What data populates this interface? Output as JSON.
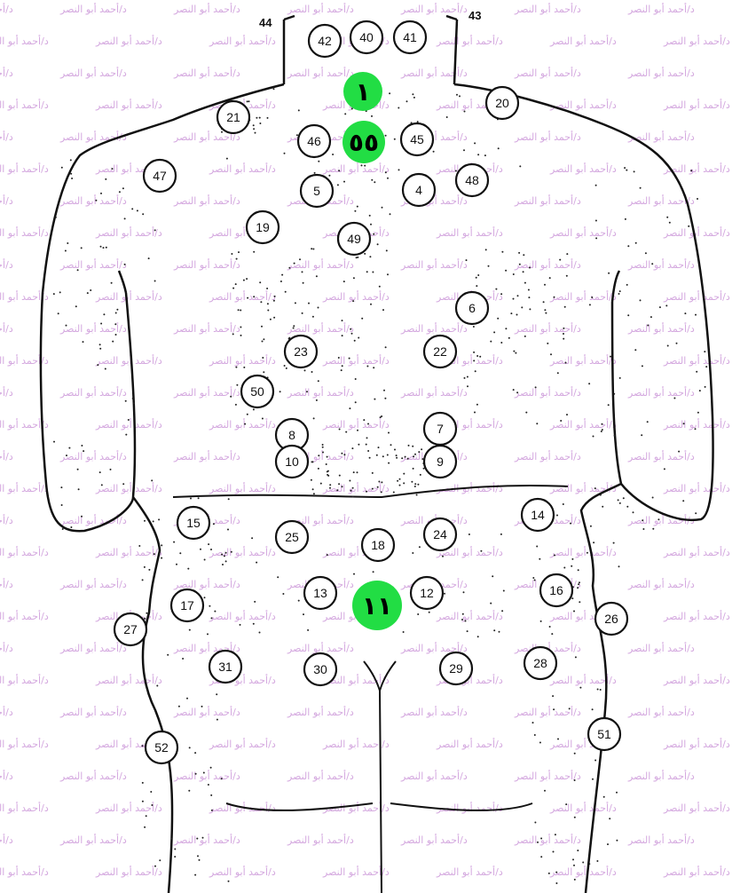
{
  "watermark": {
    "text": "د/أحمد أبو النصر",
    "color": "#d4a8df"
  },
  "colors": {
    "highlight": "#22dd44",
    "outline": "#111111"
  },
  "corner_labels": {
    "left": "44",
    "right": "43"
  },
  "points": [
    {
      "label": "42"
    },
    {
      "label": "40"
    },
    {
      "label": "41"
    },
    {
      "label": "21"
    },
    {
      "label": "20"
    },
    {
      "label": "46"
    },
    {
      "label": "45"
    },
    {
      "label": "47"
    },
    {
      "label": "48"
    },
    {
      "label": "5"
    },
    {
      "label": "4"
    },
    {
      "label": "19"
    },
    {
      "label": "49"
    },
    {
      "label": "6"
    },
    {
      "label": "23"
    },
    {
      "label": "22"
    },
    {
      "label": "50"
    },
    {
      "label": "8"
    },
    {
      "label": "10"
    },
    {
      "label": "7"
    },
    {
      "label": "9"
    },
    {
      "label": "15"
    },
    {
      "label": "14"
    },
    {
      "label": "25"
    },
    {
      "label": "18"
    },
    {
      "label": "24"
    },
    {
      "label": "13"
    },
    {
      "label": "12"
    },
    {
      "label": "17"
    },
    {
      "label": "16"
    },
    {
      "label": "27"
    },
    {
      "label": "26"
    },
    {
      "label": "31"
    },
    {
      "label": "30"
    },
    {
      "label": "29"
    },
    {
      "label": "28"
    },
    {
      "label": "52"
    },
    {
      "label": "51"
    }
  ],
  "highlight_points": [
    {
      "label": "١"
    },
    {
      "label": "٥٥"
    },
    {
      "label": "١١"
    }
  ]
}
